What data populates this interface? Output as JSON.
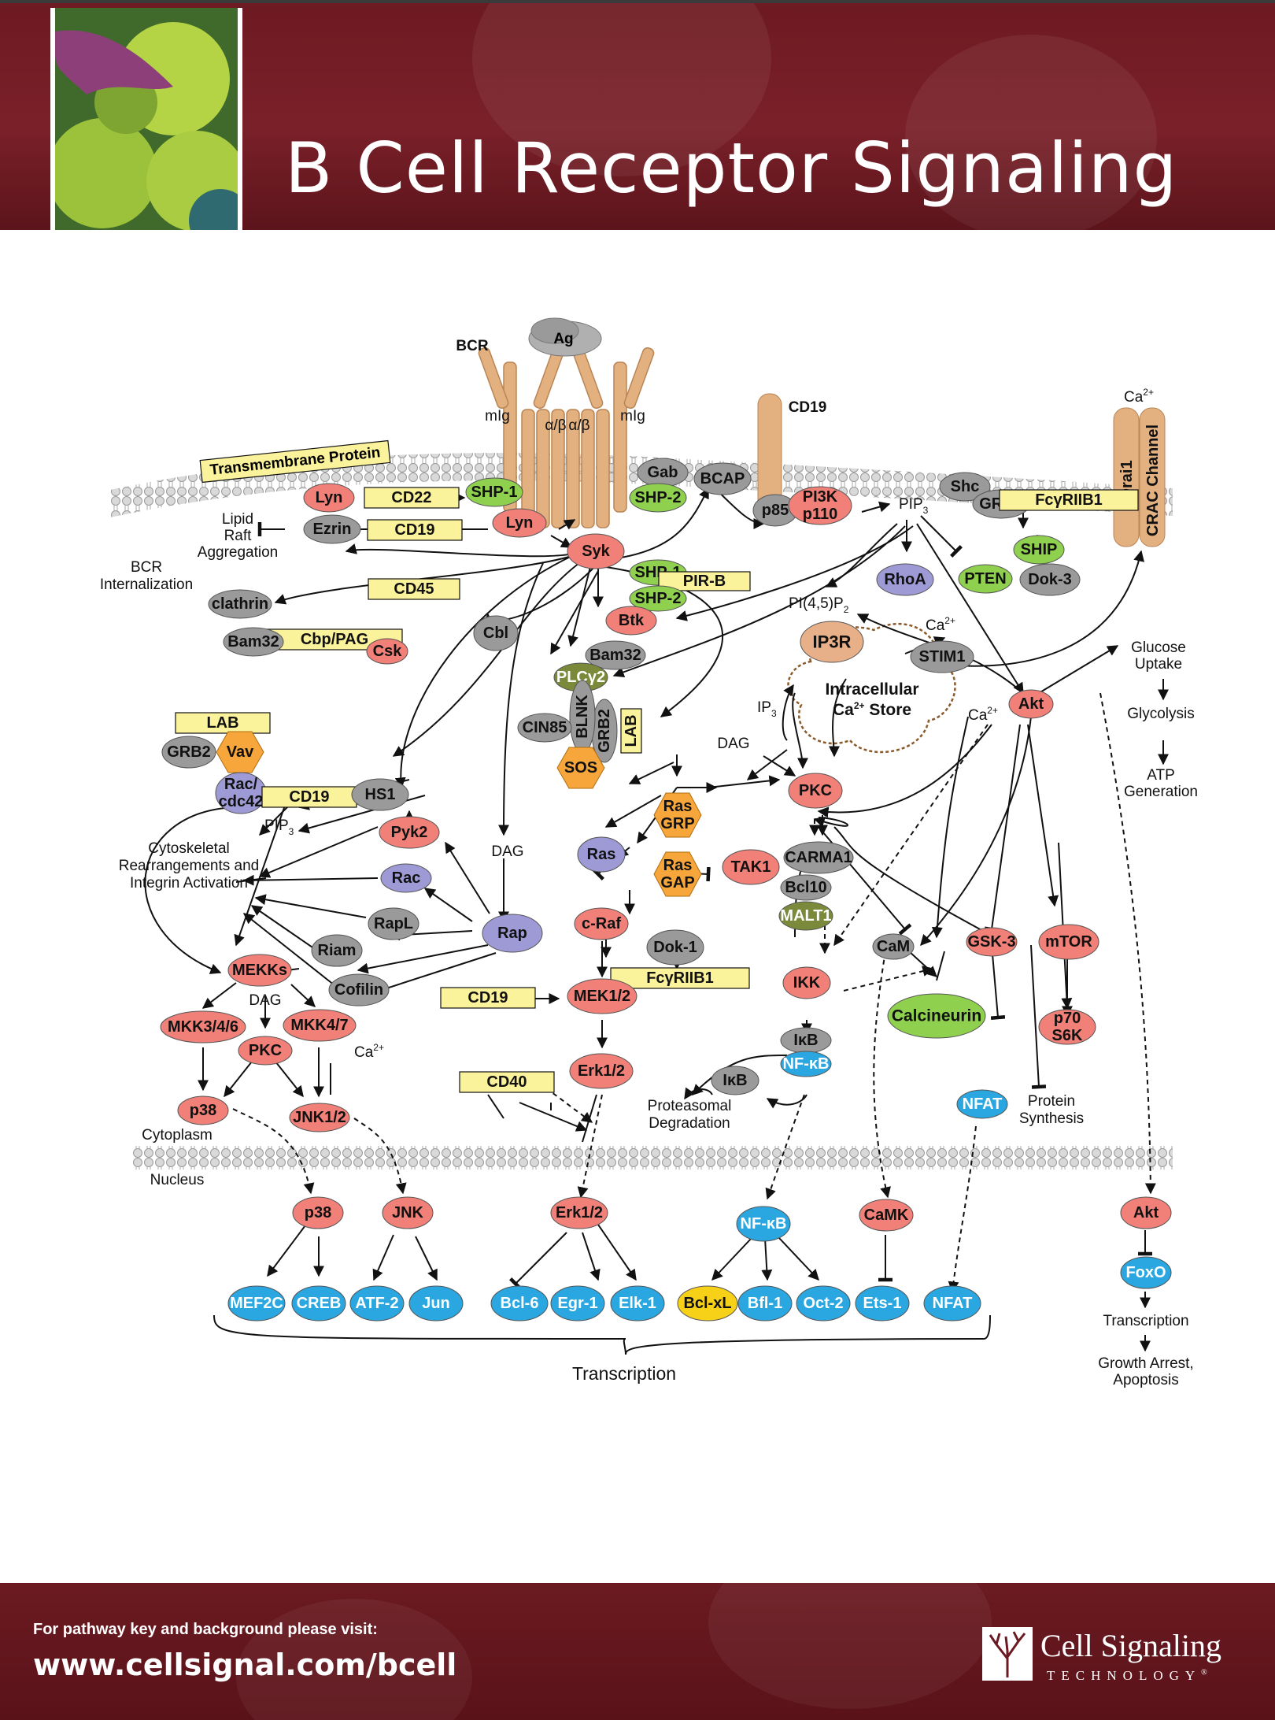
{
  "header": {
    "title": "B Cell Receptor Signaling"
  },
  "footer": {
    "visit_text": "For pathway key and background please visit:",
    "url": "www.cellsignal.com/bcell",
    "brand": "Cell Signaling",
    "tagline": "TECHNOLOGY",
    "reg": "®"
  },
  "colors": {
    "header_bg": "#6e1a22",
    "kinase_red": "#f08078",
    "gray": "#9a9a9a",
    "green": "#8fd14f",
    "blue": "#2aa7e0",
    "purple": "#9e9ad6",
    "orange": "#f6a63b",
    "yellow_box": "#fbf29c",
    "tan": "#e8b088"
  },
  "labels": {
    "bcr": "BCR",
    "ag": "Ag",
    "mig_left": "mIg",
    "mig_right": "mIg",
    "ab1": "α/β",
    "ab2": "α/β",
    "cd19_top": "CD19",
    "ca_top": "Ca",
    "sup2": "2+",
    "orai": "Orai1",
    "crac": "CRAC Channel",
    "lipid": "Lipid",
    "raft": "Raft",
    "aggregation": "Aggregation",
    "bcr_int1": "BCR",
    "bcr_int2": "Internalization",
    "pip3_top": "PIP",
    "sub3": "3",
    "pi45": "PI(4,5)P",
    "sub2": "2",
    "ca_mid": "Ca",
    "ip3": "IP",
    "dag1": "DAG",
    "dag2": "DAG",
    "dag3": "DAG",
    "intracellular": "Intracellular",
    "castore": "Ca",
    "store": " Store",
    "ca_akt": "Ca",
    "glucose1": "Glucose",
    "glucose2": "Uptake",
    "glycolysis": "Glycolysis",
    "atp1": "ATP",
    "atp2": "Generation",
    "cyto1": "Cytoskeletal",
    "cyto2": "Rearrangements and",
    "cyto3": "Integrin Activation",
    "pip3_rac": "PIP",
    "ca_jnk": "Ca",
    "proteasomal1": "Proteasomal",
    "proteasomal2": "Degradation",
    "protein1": "Protein",
    "protein2": "Synthesis",
    "cytoplasm": "Cytoplasm",
    "nucleus": "Nucleus",
    "transcription": "Transcription",
    "transcription_r": "Transcription",
    "growth1": "Growth Arrest,",
    "growth2": "Apoptosis"
  },
  "nodes": {
    "lyn1": "Lyn",
    "lyn2": "Lyn",
    "cd22": "CD22",
    "shp1a": "SHP-1",
    "ezrin": "Ezrin",
    "cd19a": "CD19",
    "tmp": "Transmembrane Protein",
    "syk": "Syk",
    "gab": "Gab",
    "bcap": "BCAP",
    "shp2a": "SHP-2",
    "p85": "p85",
    "pi3k": "PI3K",
    "p110": "p110",
    "shc": "Shc",
    "grb2a": "GRB2",
    "fcgr1": "FcγRIIB1",
    "ship": "SHIP",
    "pten": "PTEN",
    "dok3": "Dok-3",
    "rhoa": "RhoA",
    "shp1b": "SHP-1",
    "pirb": "PIR-B",
    "shp2b": "SHP-2",
    "btk": "Btk",
    "cd45": "CD45",
    "cbp": "Cbp/PAG",
    "csk": "Csk",
    "clathrin": "clathrin",
    "bam32a": "Bam32",
    "cbl": "Cbl",
    "bam32b": "Bam32",
    "plcg2": "PLCγ2",
    "blnk": "BLNK",
    "grb2b": "GRB2",
    "lab1": "LAB",
    "cin85": "CIN85",
    "sos": "SOS",
    "ip3r": "IP3R",
    "stim1": "STIM1",
    "akt1": "Akt",
    "lab2": "LAB",
    "grb2c": "GRB2",
    "vav": "Vav",
    "rac_cdc": "Rac/",
    "rac_cdc2": "cdc42",
    "cd19b": "CD19",
    "hs1": "HS1",
    "pyk2": "Pyk2",
    "rac": "Rac",
    "rapl": "RapL",
    "rap": "Rap",
    "riam": "Riam",
    "cofilin": "Cofilin",
    "ras": "Ras",
    "rasgrp1": "Ras",
    "rasgrp2": "GRP",
    "rasgap1": "Ras",
    "rasgap2": "GAP",
    "craf": "c-Raf",
    "dok1": "Dok-1",
    "fcgr2": "FcγRIIB1",
    "cd19c": "CD19",
    "mek": "MEK1/2",
    "erk1": "Erk1/2",
    "cd40": "CD40",
    "pkc1": "PKC",
    "tak1": "TAK1",
    "carma1": "CARMA1",
    "bcl10": "Bcl10",
    "malt1": "MALT1",
    "ikk": "IKK",
    "ikb1": "IκB",
    "nfkb1": "NF-κB",
    "ikb2": "IκB",
    "cam": "CaM",
    "calcineurin": "Calcineurin",
    "gsk3": "GSK-3",
    "mtor": "mTOR",
    "p70a": "p70",
    "p70b": "S6K",
    "nfat1": "NFAT",
    "mekks": "MEKKs",
    "mkk346": "MKK3/4/6",
    "mkk47": "MKK4/7",
    "pkc2": "PKC",
    "p38a": "p38",
    "jnk12": "JNK1/2",
    "p38b": "p38",
    "jnk": "JNK",
    "erk2": "Erk1/2",
    "nfkb2": "NF-κB",
    "camk": "CaMK",
    "akt2": "Akt",
    "foxo": "FoxO",
    "mef2c": "MEF2C",
    "creb": "CREB",
    "atf2": "ATF-2",
    "jun": "Jun",
    "bcl6": "Bcl-6",
    "egr1": "Egr-1",
    "elk1": "Elk-1",
    "bclxl": "Bcl-xL",
    "bfl1": "Bfl-1",
    "oct2": "Oct-2",
    "ets1": "Ets-1",
    "nfat2": "NFAT"
  }
}
